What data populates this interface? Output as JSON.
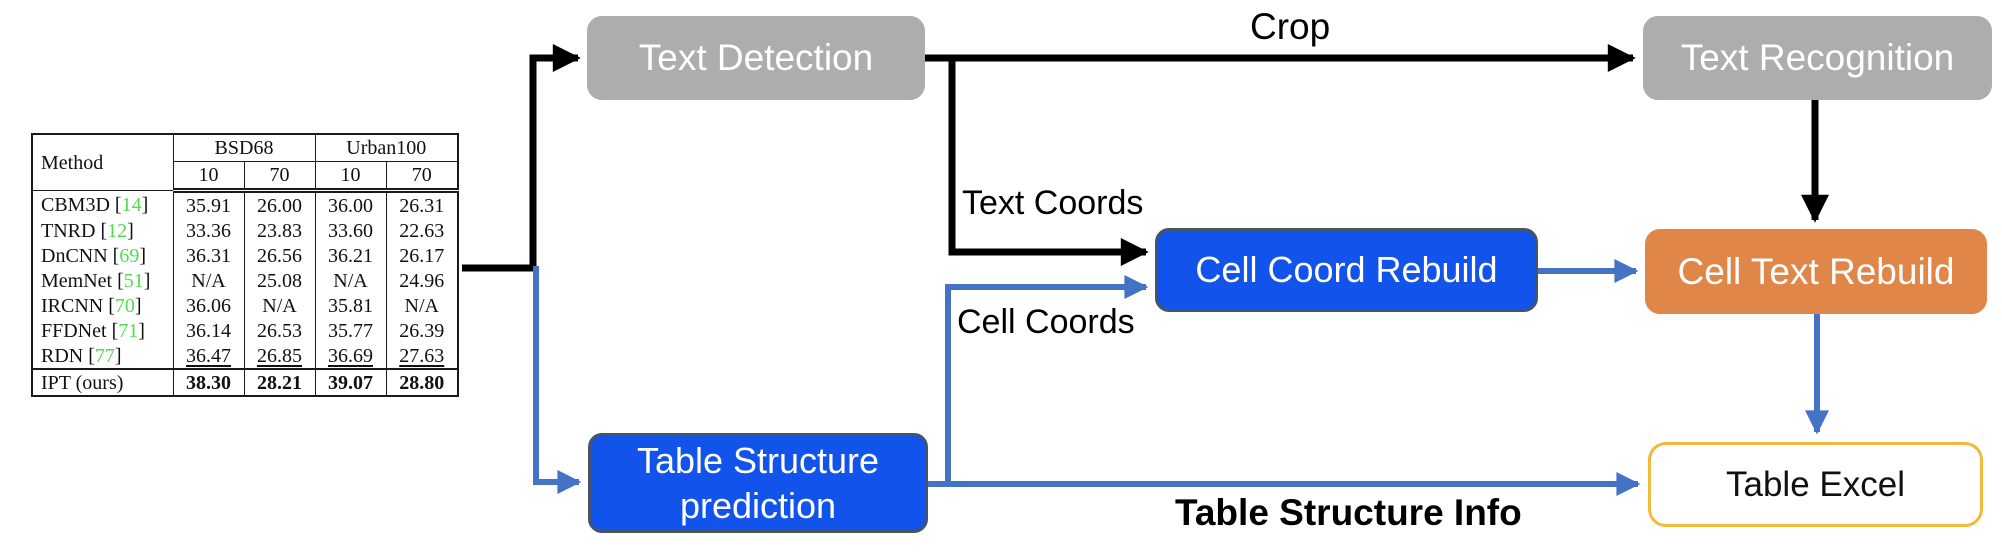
{
  "input_table": {
    "group_headers": {
      "method": "Method",
      "bsd68": "BSD68",
      "urban100": "Urban100"
    },
    "sub_headers": [
      "10",
      "70",
      "10",
      "70"
    ],
    "rows": [
      {
        "method": "CBM3D",
        "cite": "14",
        "values": [
          "35.91",
          "26.00",
          "36.00",
          "26.31"
        ],
        "style": "normal"
      },
      {
        "method": "TNRD",
        "cite": "12",
        "values": [
          "33.36",
          "23.83",
          "33.60",
          "22.63"
        ],
        "style": "normal"
      },
      {
        "method": "DnCNN",
        "cite": "69",
        "values": [
          "36.31",
          "26.56",
          "36.21",
          "26.17"
        ],
        "style": "normal"
      },
      {
        "method": "MemNet",
        "cite": "51",
        "values": [
          "N/A",
          "25.08",
          "N/A",
          "24.96"
        ],
        "style": "normal"
      },
      {
        "method": "IRCNN",
        "cite": "70",
        "values": [
          "36.06",
          "N/A",
          "35.81",
          "N/A"
        ],
        "style": "normal"
      },
      {
        "method": "FFDNet",
        "cite": "71",
        "values": [
          "36.14",
          "26.53",
          "35.77",
          "26.39"
        ],
        "style": "normal"
      },
      {
        "method": "RDN",
        "cite": "77",
        "values": [
          "36.47",
          "26.85",
          "36.69",
          "27.63"
        ],
        "style": "underline"
      },
      {
        "method": "IPT (ours)",
        "cite": "",
        "values": [
          "38.30",
          "28.21",
          "39.07",
          "28.80"
        ],
        "style": "bold"
      }
    ]
  },
  "nodes": {
    "text_detection": "Text Detection",
    "text_recognition": "Text Recognition",
    "cell_coord_rebuild": "Cell Coord Rebuild",
    "cell_text_rebuild": "Cell Text Rebuild",
    "table_structure_prediction": "Table Structure prediction",
    "table_excel": "Table Excel"
  },
  "edge_labels": {
    "crop": "Crop",
    "text_coords": "Text Coords",
    "cell_coords": "Cell Coords",
    "table_structure_info": "Table Structure Info"
  },
  "colors": {
    "node_gray": "#ADADAD",
    "node_blue": "#1253EB",
    "node_blue_border": "#44546A",
    "node_orange": "#DF8648",
    "excel_border": "#F2B93C",
    "arrow_black": "#000000",
    "arrow_blue": "#4472C4",
    "citation_green": "#4CDE4C"
  }
}
